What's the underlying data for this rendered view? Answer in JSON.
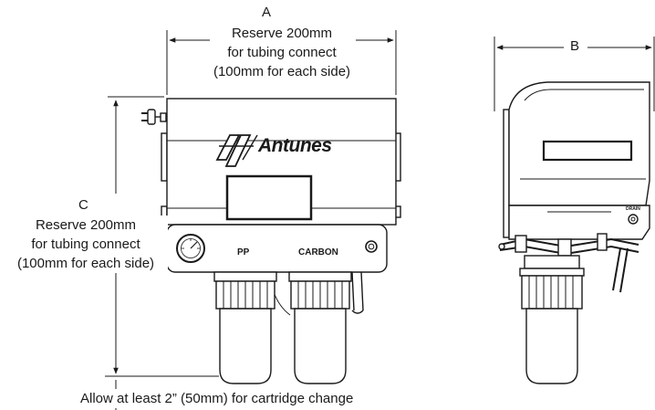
{
  "dimension_a": {
    "letter": "A",
    "lines": [
      "Reserve 200mm",
      "for tubing connect",
      "(100mm for each side)"
    ]
  },
  "dimension_b": {
    "letter": "B"
  },
  "dimension_c": {
    "letter": "C",
    "lines": [
      "Reserve 200mm",
      "for tubing connect",
      "(100mm for each side)"
    ]
  },
  "cartridge_note": "Allow at least 2” (50mm) for cartridge change",
  "unit": {
    "brand": "Antunes",
    "filter_labels": [
      "PP",
      "CARBON"
    ],
    "drain_label": "DRAIN"
  },
  "colors": {
    "line": "#1a1a1a",
    "background": "#ffffff"
  }
}
